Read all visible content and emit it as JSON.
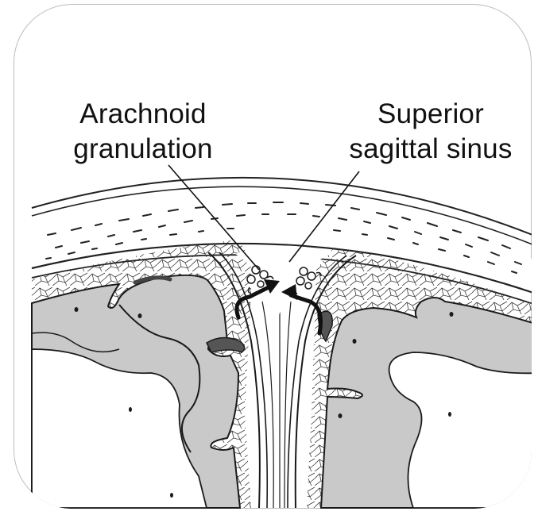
{
  "labels": {
    "arachnoid_line1": "Arachnoid",
    "arachnoid_line2": "granulation",
    "sinus_line1": "Superior",
    "sinus_line2": "sagittal sinus"
  },
  "colors": {
    "brain_tissue": "#c9c9c9",
    "outline": "#1a1a1a",
    "background": "#ffffff",
    "card_border": "#bdbdbd"
  },
  "icons": [
    "flow-arrow-left",
    "flow-arrow-right"
  ]
}
